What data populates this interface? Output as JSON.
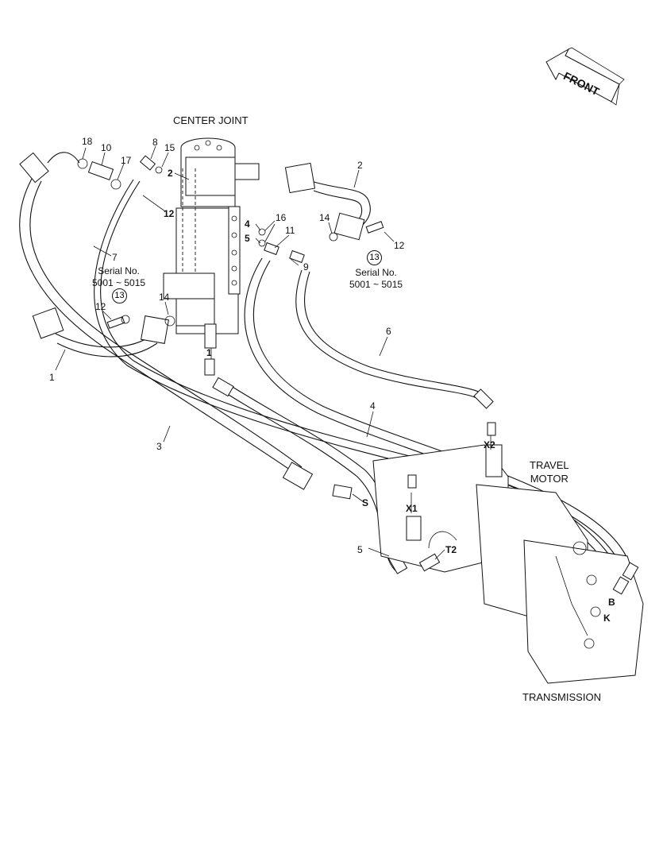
{
  "front_arrow_label": "FRONT",
  "titles": {
    "center_joint": "CENTER JOINT",
    "travel_motor": "TRAVEL\nMOTOR",
    "transmission": "TRANSMISSION"
  },
  "serial_notes": {
    "left": "Serial No.\n5001 ~ 5015",
    "right": "Serial No.\n5001 ~ 5015"
  },
  "part_labels": [
    "18",
    "10",
    "8",
    "15",
    "17",
    "2",
    "12",
    "7",
    "12",
    "14",
    "1",
    "3",
    "16",
    "4",
    "5",
    "11",
    "9",
    "14",
    "2",
    "12",
    "6",
    "4",
    "S",
    "X1",
    "X2",
    "T2",
    "5",
    "B",
    "K",
    "1"
  ],
  "circled_part": "13",
  "port_labels": {
    "s": "S",
    "x1": "X1",
    "x2": "X2",
    "t2": "T2",
    "b": "B",
    "k": "K"
  }
}
